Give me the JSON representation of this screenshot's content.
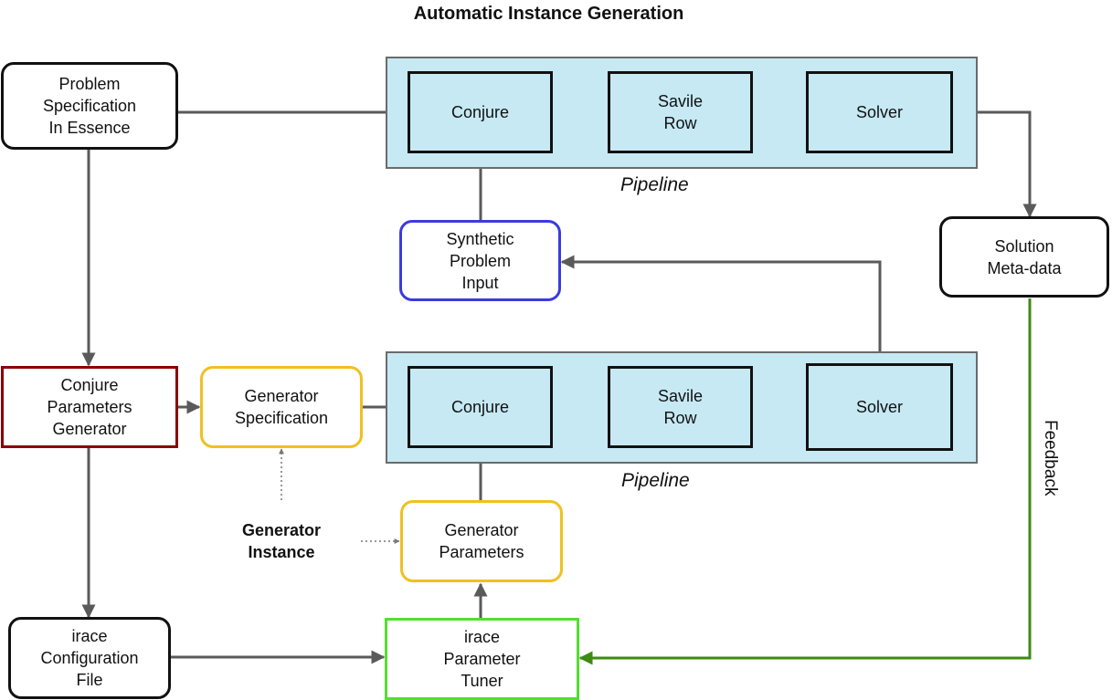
{
  "title": "Automatic Instance Generation",
  "pipeline_label": "Pipeline",
  "pipelines": {
    "top": {
      "stages": [
        "Conjure",
        "Savile\nRow",
        "Solver"
      ]
    },
    "bottom": {
      "stages": [
        "Conjure",
        "Savile\nRow",
        "Solver"
      ]
    }
  },
  "nodes": {
    "problem_spec": "Problem\nSpecification\nIn Essence",
    "synthetic_input": "Synthetic\nProblem\nInput",
    "solution_meta": "Solution\nMeta-data",
    "conjure_params_gen": "Conjure\nParameters\nGenerator",
    "generator_spec": "Generator\nSpecification",
    "generator_params": "Generator\nParameters",
    "irace_config": "irace\nConfiguration\nFile",
    "irace_tuner": "irace\nParameter\nTuner"
  },
  "generator_instance_label": "Generator\nInstance",
  "feedback_label": "Feedback",
  "colors": {
    "pipeline_fill": "#c6e9f4",
    "synthetic_border": "#3b3bdd",
    "conjure_params_border": "#8b0000",
    "generator_border": "#f0c020",
    "irace_tuner_border": "#55dd33",
    "feedback_line": "#3e8a12",
    "arrow_gray": "#5a5a5a"
  }
}
